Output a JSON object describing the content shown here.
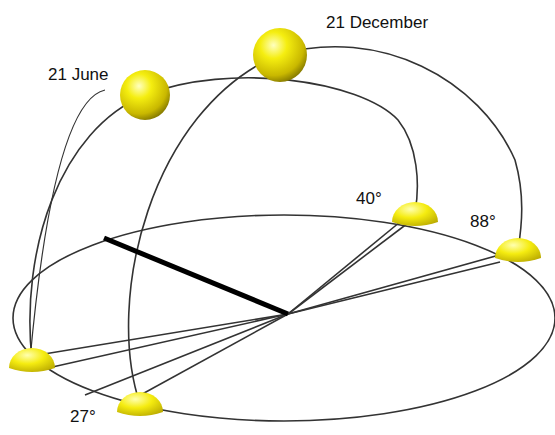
{
  "diagram": {
    "labels": [
      "21 June",
      "21 December",
      "40°",
      "88°",
      "27°"
    ]
  }
}
